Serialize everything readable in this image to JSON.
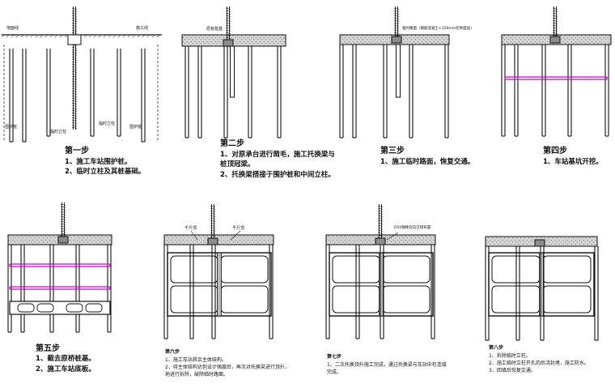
{
  "panels": [
    {
      "step": "第一步",
      "desc": [
        "1、施工车站围护桩。",
        "2、临时立柱及其桩基础。"
      ],
      "labels": [
        "地面线",
        "施工线",
        "临时立柱",
        "临时立柱",
        "围护桩",
        "围护桩"
      ]
    },
    {
      "step": "第二步",
      "desc": [
        "1、对原承台进行凿毛，施工托换梁与",
        "桩顶冠梁。",
        "2、托换梁搭接于围护桩和中间立柱。"
      ],
      "labels": [
        "原有桩基"
      ]
    },
    {
      "step": "第三步",
      "desc": [
        "1、施工临时路面，恢复交通。"
      ],
      "labels": [
        "临时路面（钢筋混凝土+150mm沥青面层）"
      ]
    },
    {
      "step": "第四步",
      "desc": [
        "1、车站基坑开挖。"
      ],
      "labels": []
    },
    {
      "step": "第五步",
      "desc": [
        "1、截去原桥桩基。",
        "2、施工车站底板。"
      ],
      "labels": []
    },
    {
      "step": "第六步",
      "desc": [
        "1、施工车站其余主体结构。",
        "2、待主体结构达到设计强度后，再次对托换梁进行顶升，",
        "地进行拆除，破除临时路面。"
      ],
      "labels": [
        "千斤顶",
        "千斤顶"
      ]
    },
    {
      "step": "第七步",
      "desc": [
        "1、二次托换顶升施工完成，通过托换梁与车站中柱连接",
        "完成。"
      ],
      "labels": [
        "D50钢棒双向交错布置"
      ]
    },
    {
      "step": "第八步",
      "desc": [
        "1、拆除临时立柱。",
        "2、施工临时立柱开孔的后浇封堵，施工防水。",
        "3、回填后恢复交通。"
      ],
      "labels": []
    }
  ],
  "colors": {
    "line": "#111111",
    "fill": "#d4d4d4",
    "accent": "#d000d0"
  }
}
